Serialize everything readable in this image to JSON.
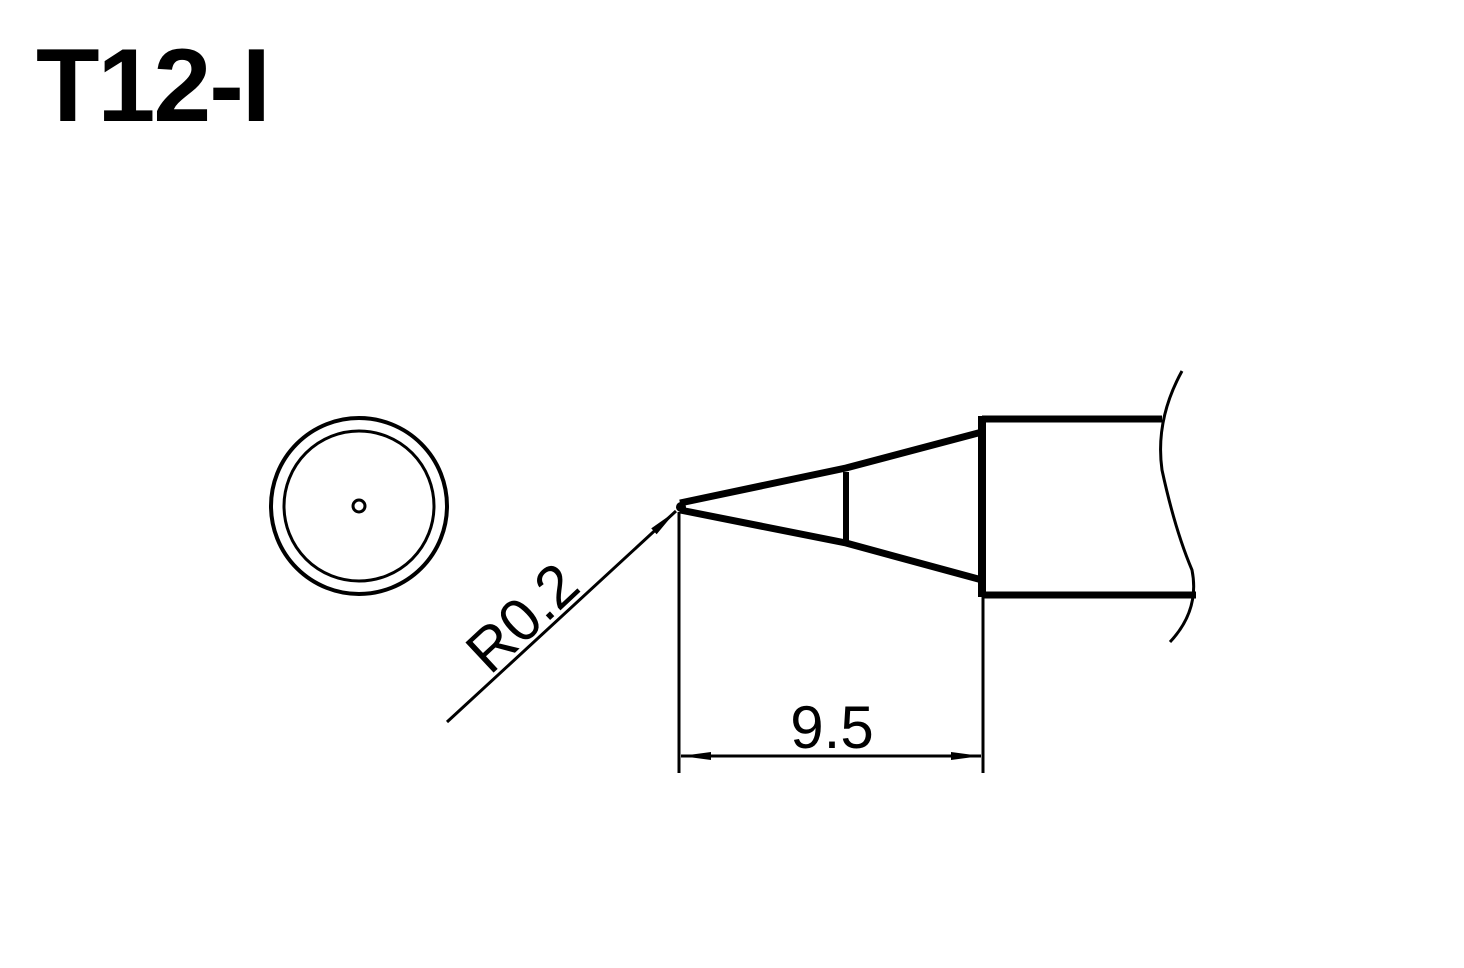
{
  "title": "T12-I",
  "dimensions": {
    "radius_label": "R0.2",
    "length_label": "9.5"
  },
  "colors": {
    "line": "#000000",
    "background": "#ffffff"
  }
}
